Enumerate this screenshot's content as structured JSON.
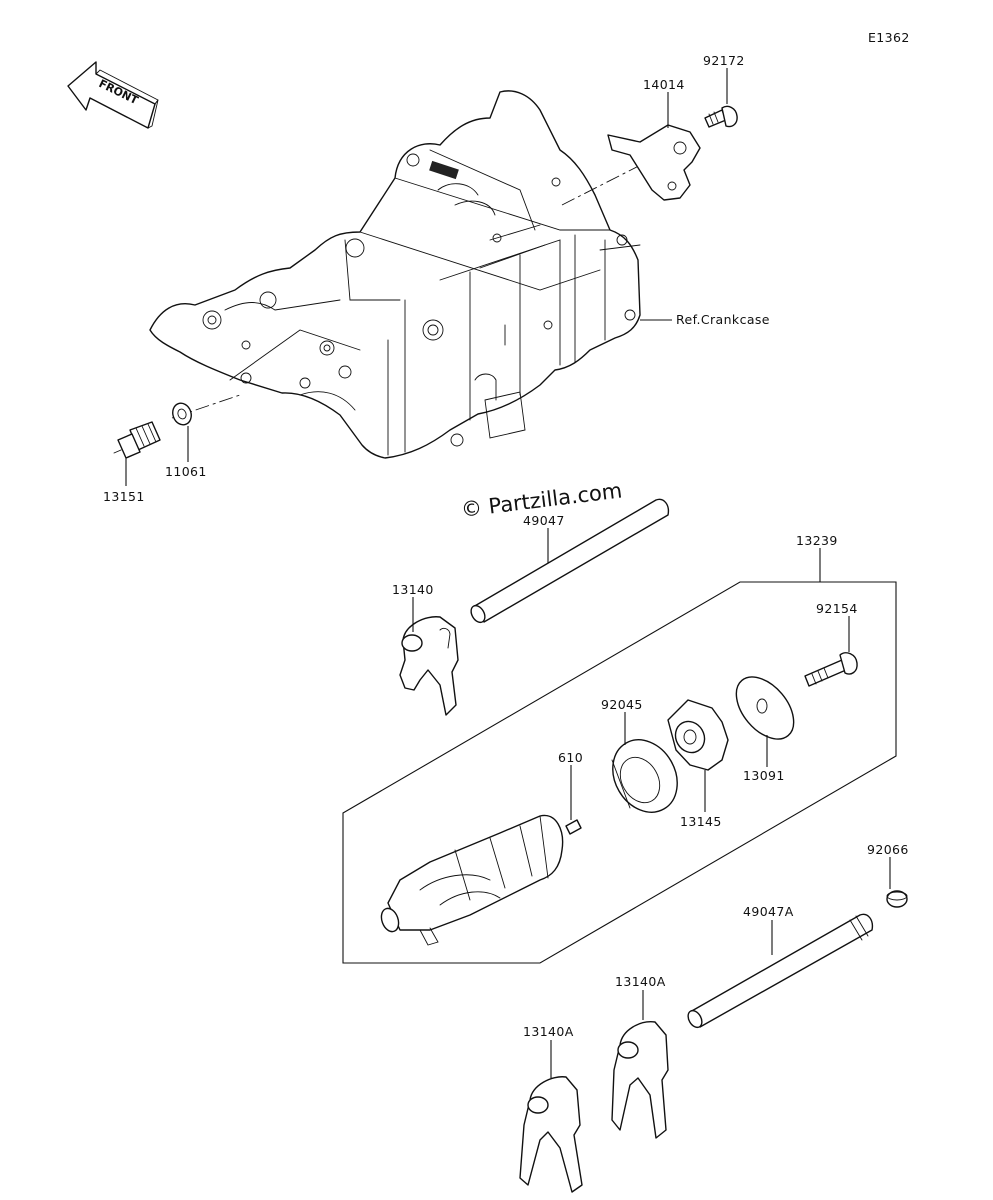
{
  "diagram_code": "E1362",
  "watermark": "© Partzilla.com",
  "front_label": "FRONT",
  "reference_label": "Ref.Crankcase",
  "parts": {
    "p92172": "92172",
    "p14014": "14014",
    "p11061": "11061",
    "p13151": "13151",
    "p49047": "49047",
    "p13239": "13239",
    "p13140": "13140",
    "p92154": "92154",
    "p92045": "92045",
    "p610": "610",
    "p13091": "13091",
    "p13145": "13145",
    "p92066": "92066",
    "p49047A": "49047A",
    "p13140A_right": "13140A",
    "p13140A_left": "13140A"
  }
}
